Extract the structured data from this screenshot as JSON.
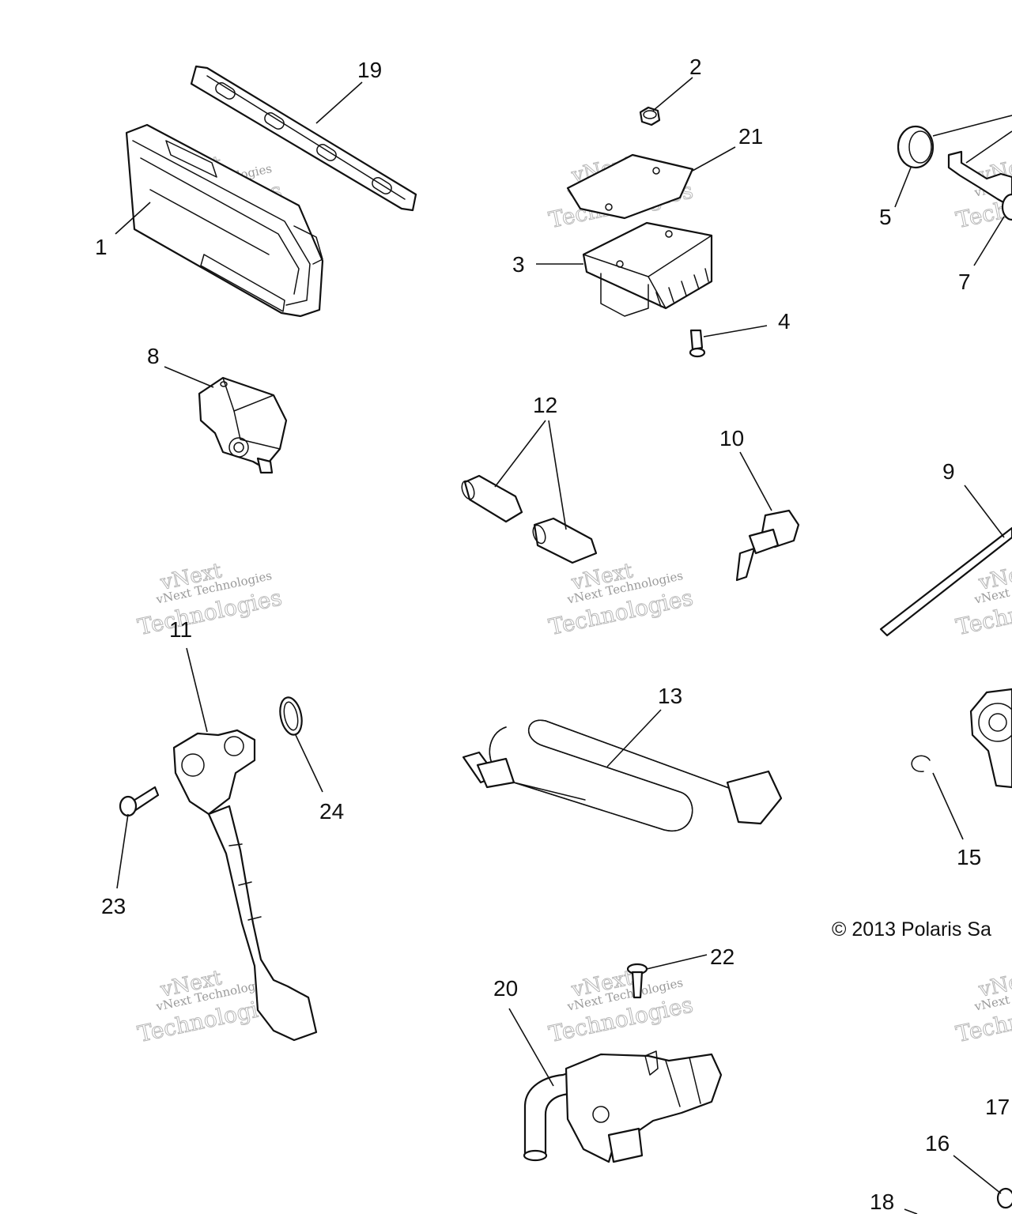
{
  "diagram": {
    "callouts": [
      "1",
      "2",
      "3",
      "4",
      "5",
      "7",
      "8",
      "9",
      "10",
      "11",
      "12",
      "13",
      "15",
      "16",
      "17",
      "18",
      "19",
      "20",
      "21",
      "22",
      "23",
      "24"
    ],
    "copyright": "© 2013 Polaris Sa",
    "watermark": {
      "line1": "vNext",
      "line2": "vNext Technologies",
      "line3": "Technologies"
    }
  }
}
